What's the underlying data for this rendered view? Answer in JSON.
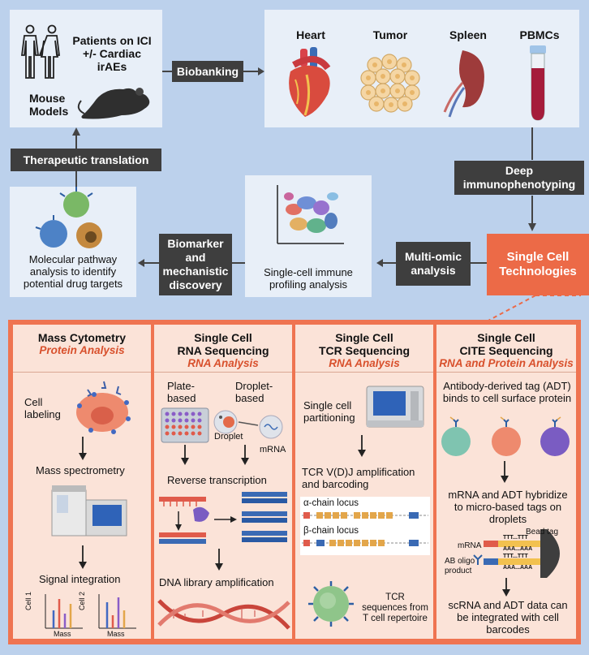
{
  "patients": {
    "title": "Patients on ICI +/- Cardiac irAEs",
    "mouse": "Mouse Models"
  },
  "biobanking": "Biobanking",
  "tissues": [
    "Heart",
    "Tumor",
    "Spleen",
    "PBMCs"
  ],
  "therapeutic": "Therapeutic translation",
  "deep": "Deep immunophenotyping",
  "single_cell": "Single Cell Technologies",
  "multiomic": "Multi-omic analysis",
  "profiling": "Single-cell immune profiling analysis",
  "biomarker": "Biomarker and mechanistic discovery",
  "molecular": "Molecular pathway analysis to identify potential drug targets",
  "columns": [
    {
      "t1": "Mass Cytometry",
      "t2": "",
      "sub": "Protein Analysis"
    },
    {
      "t1": "Single Cell",
      "t2": "RNA Sequencing",
      "sub": "RNA Analysis"
    },
    {
      "t1": "Single Cell",
      "t2": "TCR Sequencing",
      "sub": "RNA Analysis"
    },
    {
      "t1": "Single Cell",
      "t2": "CITE Sequencing",
      "sub": "RNA and Protein Analysis"
    }
  ],
  "mass": {
    "labeling": "Cell labeling",
    "spec": "Mass spectrometry",
    "signal": "Signal integration",
    "cell1": "Cell 1",
    "cell2": "Cell 2",
    "axis": "Mass"
  },
  "rna": {
    "plate": "Plate-based",
    "droplet": "Droplet-based",
    "droplet_lbl": "Droplet",
    "mrna": "mRNA",
    "rt": "Reverse transcription",
    "dna": "DNA library amplification"
  },
  "tcr": {
    "partition": "Single cell partitioning",
    "vdj": "TCR V(D)J amplification and barcoding",
    "alpha": "α-chain locus",
    "beta": "β-chain locus",
    "seqs": "TCR sequences from T cell repertoire"
  },
  "cite": {
    "adt": "Antibody-derived tag (ADT) binds to cell surface protein",
    "hybrid": "mRNA and ADT hybridize to micro-based tags on droplets",
    "bead": "Bead tag",
    "mrna": "mRNA",
    "ab": "AB oligo product",
    "polyT1": "TTT...TTT",
    "polyT2": "TTT...TTT",
    "polyA1": "AAA...AAA",
    "polyA2": "AAA...AAA",
    "result": "scRNA and ADT data can be integrated with cell barcodes"
  }
}
